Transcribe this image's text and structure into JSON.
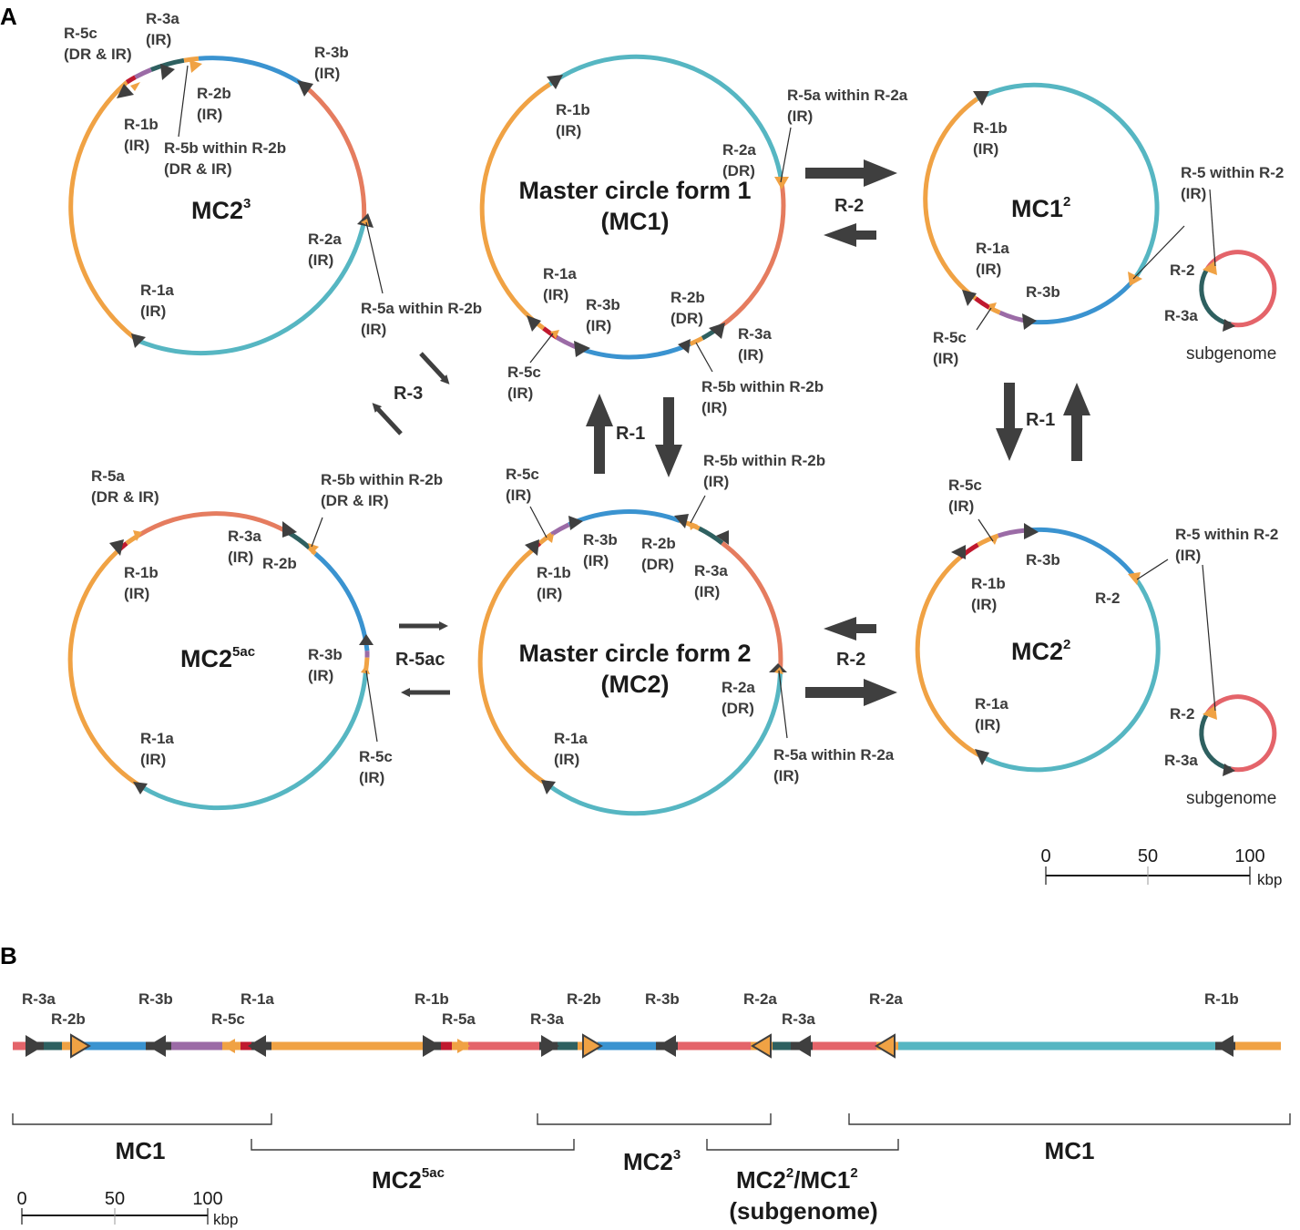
{
  "panels": {
    "a": "A",
    "b": "B"
  },
  "colors": {
    "orange": "#F0A244",
    "teal": "#56B6C2",
    "salmon": "#E57C5F",
    "blue": "#3A93D0",
    "dark_teal": "#2E6060",
    "purple": "#9B6BA6",
    "red": "#C0192E",
    "pink": "#E4646A",
    "arrow_dark": "#3F3F3F",
    "arrow_orange": "#F0A244"
  },
  "circles": {
    "mc1": {
      "name_line1": "Master circle form 1",
      "name_line2": "(MC1)"
    },
    "mc2": {
      "name_line1": "Master circle form 2",
      "name_line2": "(MC2)"
    },
    "mc2_3": {
      "name": "MC2",
      "sup": "3"
    },
    "mc2_5ac": {
      "name": "MC2",
      "sup": "5ac"
    },
    "mc1_2": {
      "name": "MC1",
      "sup": "2"
    },
    "mc2_2": {
      "name": "MC2",
      "sup": "2"
    }
  },
  "labels": {
    "mc2_3": [
      [
        "R-3a",
        "(IR)"
      ],
      [
        "R-5c",
        "(DR & IR)"
      ],
      [
        "R-3b",
        "(IR)"
      ],
      [
        "R-2b",
        "(IR)"
      ],
      [
        "R-1b",
        "(IR)"
      ],
      [
        "R-5b within R-2b",
        "(DR & IR)"
      ],
      [
        "R-2a",
        "(IR)"
      ],
      [
        "R-1a",
        "(IR)"
      ],
      [
        "R-5a within R-2b",
        "(IR)"
      ]
    ],
    "mc1": [
      [
        "R-1b",
        "(IR)"
      ],
      [
        "R-5a within R-2a",
        "(IR)"
      ],
      [
        "R-2a",
        "(DR)"
      ],
      [
        "R-1a",
        "(IR)"
      ],
      [
        "R-3b",
        "(IR)"
      ],
      [
        "R-2b",
        "(DR)"
      ],
      [
        "R-3a",
        "(IR)"
      ],
      [
        "R-5c",
        "(IR)"
      ],
      [
        "R-5b within R-2b",
        "(IR)"
      ]
    ],
    "mc1_2": [
      [
        "R-1b",
        "(IR)"
      ],
      [
        "R-5 within R-2",
        "(IR)"
      ],
      [
        "R-1a",
        "(IR)"
      ],
      [
        "R-3b",
        ""
      ],
      [
        "R-5c",
        "(IR)"
      ]
    ],
    "mc2_5ac": [
      [
        "R-5a",
        "(DR & IR)"
      ],
      [
        "R-5b within R-2b",
        "(DR & IR)"
      ],
      [
        "R-3a",
        "(IR)"
      ],
      [
        "R-2b",
        ""
      ],
      [
        "R-1b",
        "(IR)"
      ],
      [
        "R-3b",
        "(IR)"
      ],
      [
        "R-1a",
        "(IR)"
      ],
      [
        "R-5c",
        "(IR)"
      ]
    ],
    "mc2": [
      [
        "R-5c",
        "(IR)"
      ],
      [
        "R-5b within R-2b",
        "(IR)"
      ],
      [
        "R-3b",
        "(IR)"
      ],
      [
        "R-2b",
        "(DR)"
      ],
      [
        "R-3a",
        "(IR)"
      ],
      [
        "R-1b",
        "(IR)"
      ],
      [
        "R-2a",
        "(DR)"
      ],
      [
        "R-1a",
        "(IR)"
      ],
      [
        "R-5a within R-2a",
        "(IR)"
      ]
    ],
    "mc2_2": [
      [
        "R-5c",
        "(IR)"
      ],
      [
        "R-3b",
        ""
      ],
      [
        "R-5 within R-2",
        "(IR)"
      ],
      [
        "R-1b",
        "(IR)"
      ],
      [
        "R-2",
        ""
      ],
      [
        "R-1a",
        "(IR)"
      ]
    ],
    "subgenome": {
      "r2": "R-2",
      "r3a": "R-3a",
      "caption": "subgenome"
    }
  },
  "operations": {
    "r1_a": "R-1",
    "r1_b": "R-1",
    "r2_top": "R-2",
    "r2_bottom": "R-2",
    "r3": "R-3",
    "r5ac": "R-5ac"
  },
  "scale_a": {
    "ticks": [
      "0",
      "50",
      "100"
    ],
    "unit": "kbp"
  },
  "linear_map": {
    "labels": [
      "R-3a",
      "R-2b",
      "R-3b",
      "R-5c",
      "R-1a",
      "R-1b",
      "R-5a",
      "R-3a",
      "R-2b",
      "R-3b",
      "R-2a",
      "R-3a",
      "R-2a",
      "R-1b"
    ],
    "brackets": {
      "mc1_left": "MC1",
      "mc2_5ac": {
        "name": "MC2",
        "sup": "5ac"
      },
      "mc2_3": {
        "name": "MC2",
        "sup": "3"
      },
      "subgenome": {
        "line1_a": "MC2",
        "line1_sup_a": "2",
        "line1_b": "/MC1",
        "line1_sup_b": "2",
        "line2": "(subgenome)"
      },
      "mc1_right": "MC1"
    }
  },
  "scale_b": {
    "ticks": [
      "0",
      "50",
      "100"
    ],
    "unit": "kbp"
  }
}
